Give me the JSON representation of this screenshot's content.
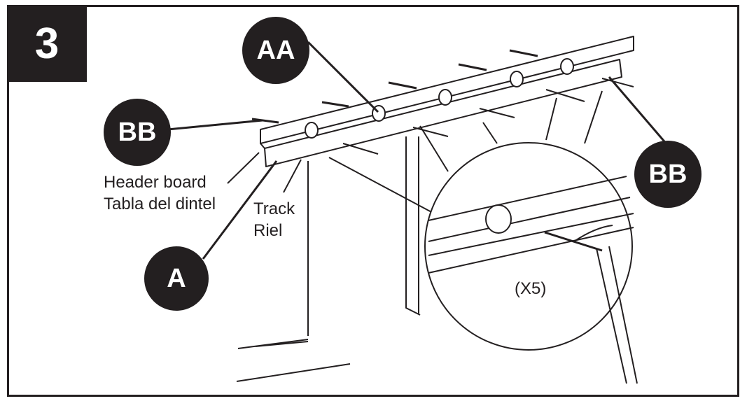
{
  "step": {
    "number": "3"
  },
  "callouts": {
    "aa": "AA",
    "bb_left": "BB",
    "bb_right": "BB",
    "a": "A"
  },
  "labels": {
    "header_board_en": "Header board",
    "header_board_es": "Tabla del dintel",
    "track_en": "Track",
    "track_es": "Riel",
    "quantity": "(X5)"
  },
  "colors": {
    "ink": "#231f20",
    "paper": "#ffffff"
  }
}
